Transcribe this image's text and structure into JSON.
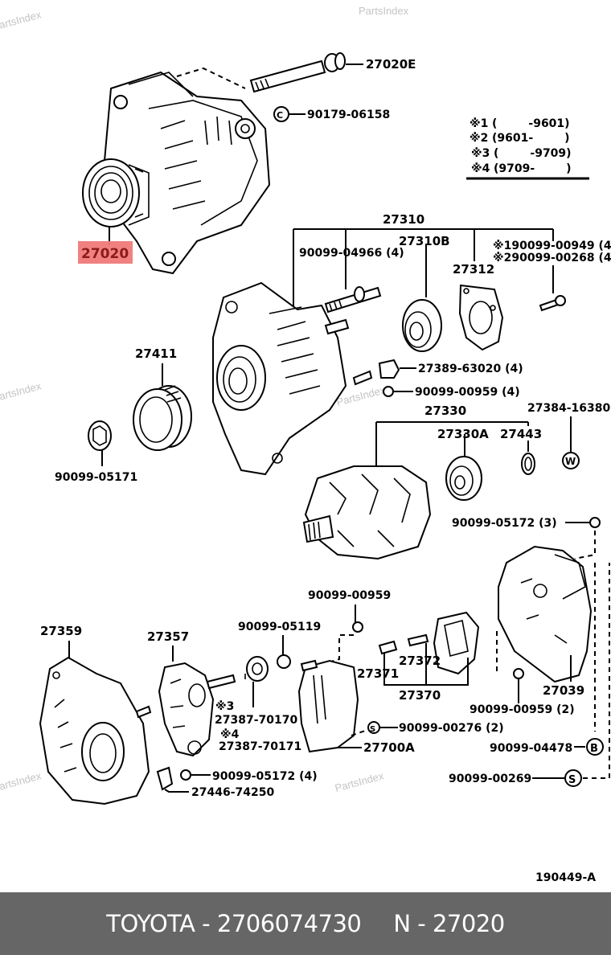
{
  "watermark": "PartsIndex",
  "highlight_color": "#f07a7a",
  "highlight_text_color": "#8b1a1a",
  "main_part": "27020",
  "labels": {
    "p27020E": "27020E",
    "p90179": "90179-06158",
    "p27310": "27310",
    "p27310B": "27310B",
    "p90099_04966": "90099-04966 (4)",
    "p27312": "27312",
    "p90099_00949": "※190099-00949 (4)",
    "p90099_00268": "※290099-00268 (4)",
    "p27411": "27411",
    "p90099_05171": "90099-05171",
    "p27389": "27389-63020 (4)",
    "p90099_00959a": "90099-00959 (4)",
    "p27330": "27330",
    "p27330A": "27330A",
    "p27443": "27443",
    "p27384": "27384-16380",
    "p90099_05172a": "90099-05172 (3)",
    "p90099_00959b": "90099-00959",
    "p27359": "27359",
    "p27357": "27357",
    "p90099_05119": "90099-05119",
    "p27371": "27371",
    "p27372": "27372",
    "p27370": "27370",
    "p27039": "27039",
    "p90099_00959c": "90099-00959 (2)",
    "mark3": "※3",
    "p27387_70170": "27387-70170",
    "mark4": "※4",
    "p27387_70171": "27387-70171",
    "p90099_00276": "90099-00276 (2)",
    "p27700A": "27700A",
    "p90099_04478": "90099-04478",
    "p90099_05172b": "90099-05172 (4)",
    "p27446": "27446-74250",
    "p90099_00269": "90099-00269",
    "diagram_id": "190449-A"
  },
  "symbols": {
    "B": "B",
    "S": "S",
    "W": "W",
    "C": "C"
  },
  "legend": [
    {
      "mark": "※1",
      "range": "(        -9601)"
    },
    {
      "mark": "※2",
      "range": "(9601-        )"
    },
    {
      "mark": "※3",
      "range": "(        -9709)"
    },
    {
      "mark": "※4",
      "range": "(9709-        )"
    }
  ],
  "footer": {
    "brand": "TOYOTA",
    "part_number": "2706074730",
    "ref": "N - 27020",
    "separator": " - "
  }
}
